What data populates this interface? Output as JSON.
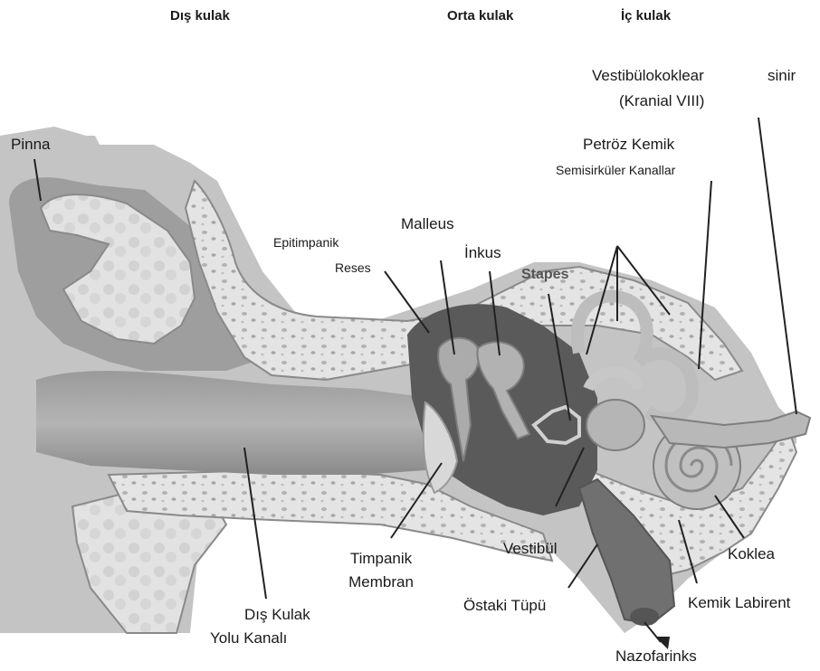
{
  "headers": {
    "outer": "Dış kulak",
    "middle": "Orta kulak",
    "inner": "İç kulak"
  },
  "labels": {
    "pinna": "Pinna",
    "vestibulocochlear_line1": "Vestibülokoklear",
    "vestibulocochlear_line1b": "sinir",
    "vestibulocochlear_line2": "(Kranial VIII)",
    "petrous": "Petröz Kemik",
    "semicircular": "Semisirküler Kanallar",
    "epitympanic_line1": "Epitimpanik",
    "epitympanic_line2": "Reses",
    "malleus": "Malleus",
    "incus": "İnkus",
    "stapes": "Stapes",
    "tympanic_line1": "Timpanik",
    "tympanic_line2": "Membran",
    "vestibule": "Vestibül",
    "cochlea": "Koklea",
    "bony_labyrinth": "Kemik Labirent",
    "canal_line1": "Dış Kulak",
    "canal_line2": "Yolu Kanalı",
    "eustachian": "Östaki Tüpü",
    "nasopharynx": "Nazofarinks"
  },
  "colors": {
    "skin": "#b9b9b9",
    "skin_dark": "#8e8e8e",
    "cartilage": "#dcdcdc",
    "bone": "#e6e6e6",
    "cavity": "#5a5a5a",
    "ossicle": "#a9a9a9",
    "leader": "#222222"
  }
}
